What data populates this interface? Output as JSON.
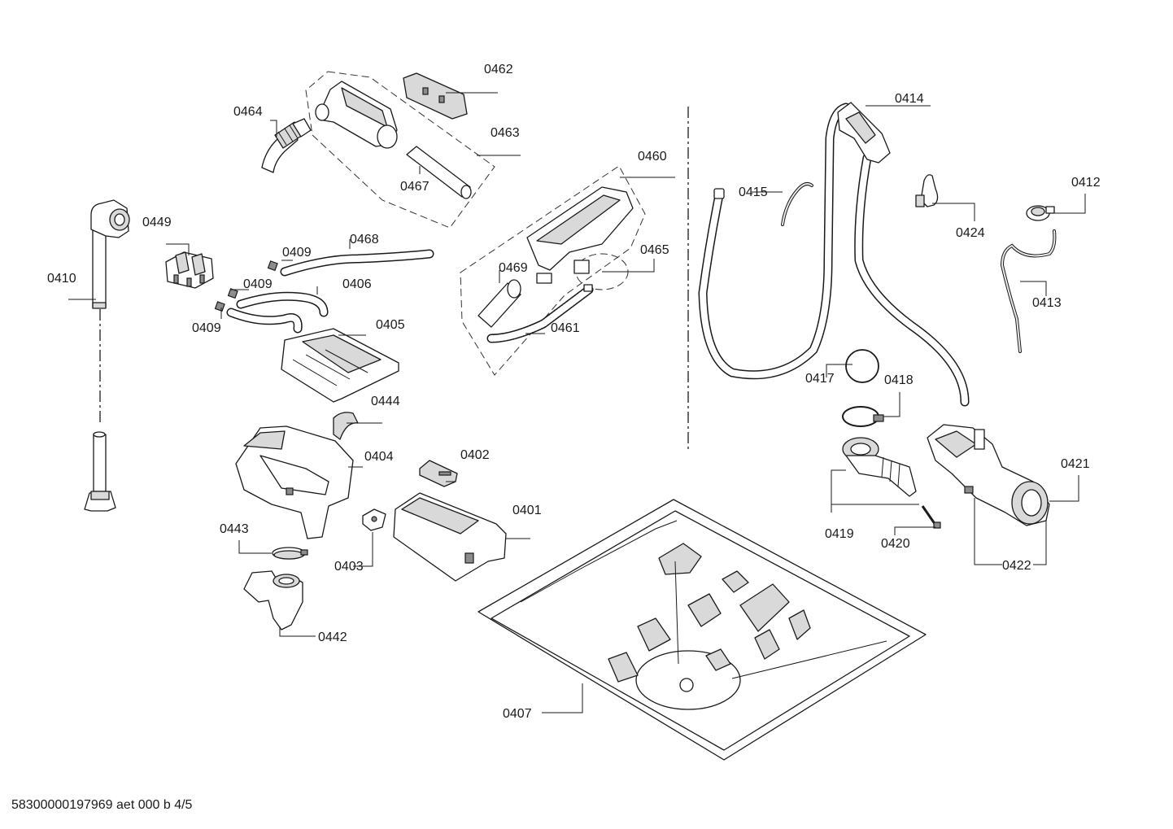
{
  "document_id": "58300000197969 aet 000 b 4/5",
  "part_labels": {
    "p0401": "0401",
    "p0402": "0402",
    "p0403": "0403",
    "p0404": "0404",
    "p0405": "0405",
    "p0406": "0406",
    "p0407": "0407",
    "p0409a": "0409",
    "p0409b": "0409",
    "p0409c": "0409",
    "p0410": "0410",
    "p0412": "0412",
    "p0413": "0413",
    "p0414": "0414",
    "p0415": "0415",
    "p0417": "0417",
    "p0418": "0418",
    "p0419": "0419",
    "p0420": "0420",
    "p0421": "0421",
    "p0422": "0422",
    "p0424": "0424",
    "p0442": "0442",
    "p0443": "0443",
    "p0444": "0444",
    "p0449": "0449",
    "p0460": "0460",
    "p0461": "0461",
    "p0462": "0462",
    "p0463": "0463",
    "p0464": "0464",
    "p0465": "0465",
    "p0467": "0467",
    "p0468": "0468",
    "p0469": "0469"
  }
}
